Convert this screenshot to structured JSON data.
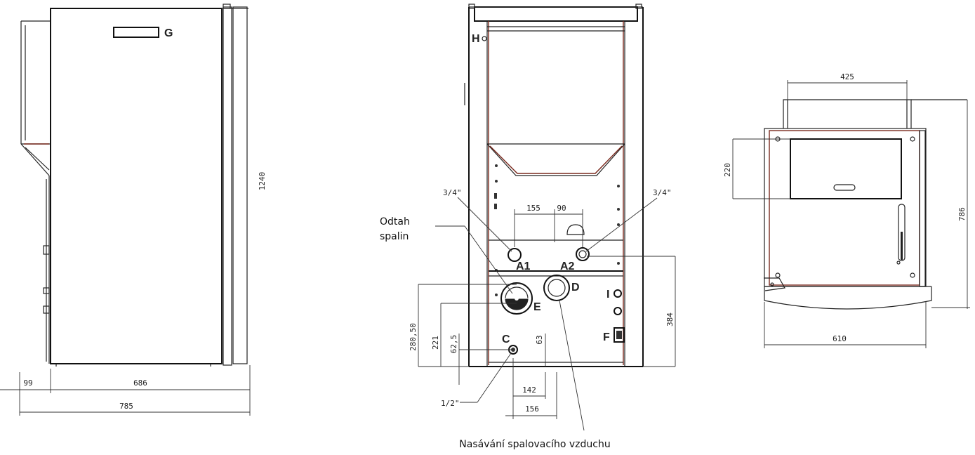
{
  "side_view": {
    "label_g": "G",
    "dim_height": "1240",
    "dim_overhang": "99",
    "dim_body_depth": "686",
    "dim_total_depth": "785"
  },
  "rear_view": {
    "label_h": "H",
    "label_a1": "A1",
    "label_a2": "A2",
    "label_c": "C",
    "label_d": "D",
    "label_e": "E",
    "label_f": "F",
    "label_i": "I",
    "thread_a1": "3/4\"",
    "thread_a2": "3/4\"",
    "thread_c": "1/2\"",
    "dim_155": "155",
    "dim_90": "90",
    "dim_384": "384",
    "dim_280": "280,50",
    "dim_221": "221",
    "dim_62": "62,5",
    "dim_63": "63",
    "dim_142": "142",
    "dim_156": "156",
    "callout_flue_line1": "Odtah",
    "callout_flue_line2": "spalin",
    "callout_air_intake": "Nasávání spalovacího vzduchu"
  },
  "top_view": {
    "dim_width_top": "425",
    "dim_opening": "220",
    "dim_depth": "786",
    "dim_width": "610"
  }
}
